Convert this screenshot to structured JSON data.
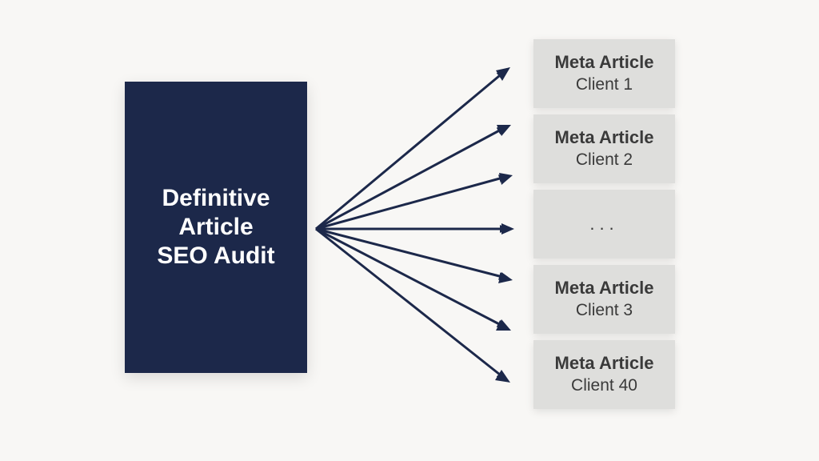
{
  "source": {
    "lines": [
      "Definitive",
      "Article",
      "SEO Audit"
    ]
  },
  "targets": [
    {
      "title": "Meta Article",
      "subtitle": "Client 1"
    },
    {
      "title": "Meta Article",
      "subtitle": "Client 2"
    },
    {
      "ellipsis": "..."
    },
    {
      "title": "Meta Article",
      "subtitle": "Client 3"
    },
    {
      "title": "Meta Article",
      "subtitle": "Client 40"
    }
  ],
  "colors": {
    "source_fill": "#1c284a",
    "arrow": "#1c284a",
    "target_fill": "#dededc",
    "background": "#f8f7f5"
  }
}
